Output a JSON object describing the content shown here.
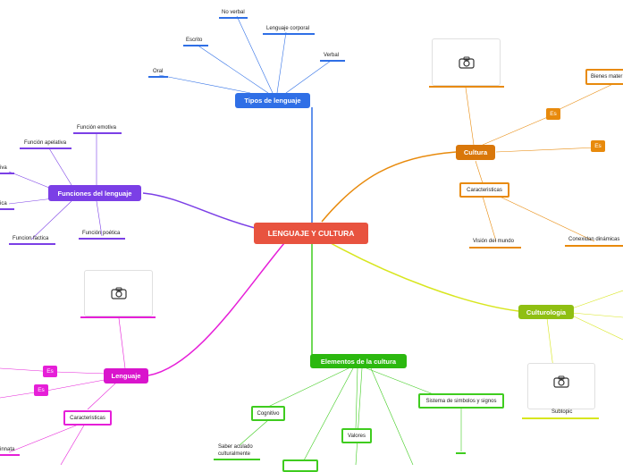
{
  "colors": {
    "center": "#e8533f",
    "lenguaje_types": "#2f6fe6",
    "functions": "#7b3fe6",
    "culture": "#e88a0c",
    "culturology": "#9ccc1f",
    "elements": "#3fcc1f",
    "language": "#e61fd8"
  },
  "center": {
    "label": "LENGUAJE Y CULTURA"
  },
  "tipos": {
    "label": "Tipos de lenguaje",
    "children": [
      "No verbal",
      "Lenguaje corporal",
      "Escrito",
      "Verbal",
      "Oral"
    ]
  },
  "funciones": {
    "label": "Funciones del lenguaje",
    "children": [
      "Función emotiva",
      "Función apelativa",
      "iva",
      "ica",
      "Funcion factica",
      "Función poética"
    ]
  },
  "cultura": {
    "label": "Cultura",
    "photo_icon": "camera-icon",
    "caracteristicas": "Caracteristicas",
    "caract_children": [
      "Visión del mundo",
      "Conexidan dinámicas"
    ],
    "es_tag": "Es",
    "bienes": "Bienes mater"
  },
  "culturologia": {
    "label": "Culturologia",
    "subtopic": "Subtopic",
    "photo_icon": "camera-icon"
  },
  "elementos": {
    "label": "Elementos de la cultura",
    "children": [
      "Cognitivo",
      "Valores",
      "Sistema de simbolos y signos"
    ],
    "saber": [
      "Saber aculado",
      "culturalmente"
    ]
  },
  "lenguaje": {
    "label": "Lenguaje",
    "photo_icon": "camera-icon",
    "es_tag": "Es",
    "caracteristicas": "Caracteristicas",
    "innata": "innata"
  }
}
